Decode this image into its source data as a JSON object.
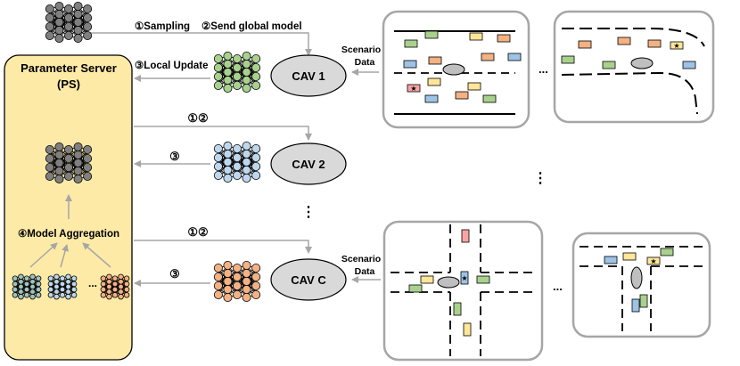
{
  "ps": {
    "title_line1": "Parameter Server",
    "title_line2": "(PS)"
  },
  "steps": {
    "sampling": "①Sampling",
    "send_global": "②Send global model",
    "local_update": "③Local Update",
    "model_aggregation": "④Model Aggregation",
    "step12": "①②",
    "step3": "③",
    "ellipsis": "...",
    "vdots": "⋮"
  },
  "cavs": [
    {
      "label": "CAV 1"
    },
    {
      "label": "CAV 2"
    },
    {
      "label": "CAV C"
    }
  ],
  "scenario": {
    "line1": "Scenario",
    "line2": "Data"
  },
  "colors": {
    "ps_fill": "#fdeaa7",
    "ps_stroke": "#000000",
    "model_gray": "#7f7f7f",
    "model_green": "#a9d18e",
    "model_blue": "#bdd7ee",
    "model_orange": "#f4b183",
    "model_teal": "#9dc3c1",
    "cav_fill": "#d9d9d9",
    "arrow": "#a6a6a6",
    "panel_stroke": "#a6a6a6",
    "car_green": "#a9d18e",
    "car_blue": "#9dc3e6",
    "car_orange": "#f4b183",
    "car_yellow": "#ffe699",
    "car_red": "#f8a4a4"
  }
}
